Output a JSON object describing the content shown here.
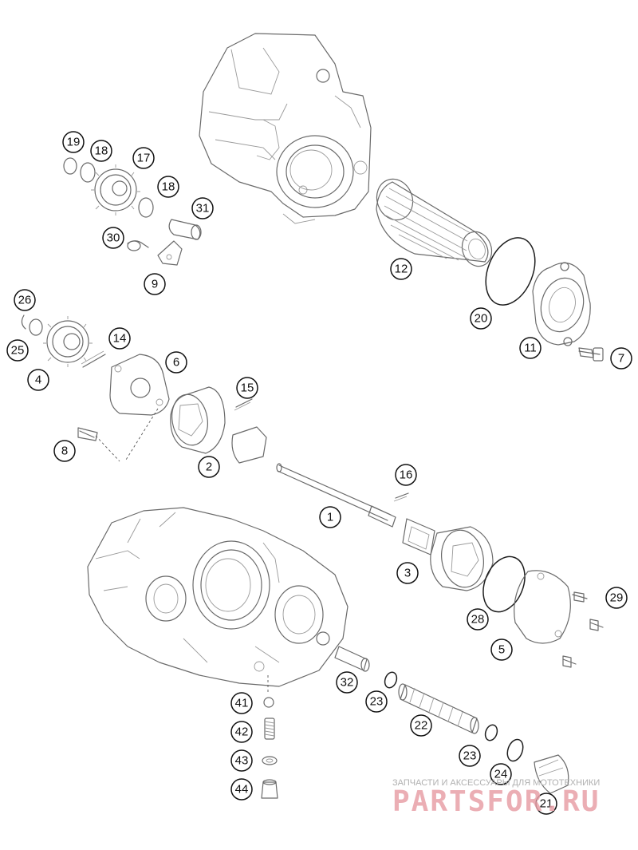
{
  "callouts": [
    {
      "id": "1",
      "label": "1"
    },
    {
      "id": "2",
      "label": "2"
    },
    {
      "id": "3",
      "label": "3"
    },
    {
      "id": "4",
      "label": "4"
    },
    {
      "id": "5",
      "label": "5"
    },
    {
      "id": "6",
      "label": "6"
    },
    {
      "id": "7",
      "label": "7"
    },
    {
      "id": "8",
      "label": "8"
    },
    {
      "id": "9",
      "label": "9"
    },
    {
      "id": "11",
      "label": "11"
    },
    {
      "id": "12",
      "label": "12"
    },
    {
      "id": "14",
      "label": "14"
    },
    {
      "id": "15",
      "label": "15"
    },
    {
      "id": "16",
      "label": "16"
    },
    {
      "id": "17",
      "label": "17"
    },
    {
      "id": "18a",
      "label": "18"
    },
    {
      "id": "18b",
      "label": "18"
    },
    {
      "id": "19",
      "label": "19"
    },
    {
      "id": "20",
      "label": "20"
    },
    {
      "id": "21",
      "label": "21"
    },
    {
      "id": "22",
      "label": "22"
    },
    {
      "id": "23a",
      "label": "23"
    },
    {
      "id": "23b",
      "label": "23"
    },
    {
      "id": "24",
      "label": "24"
    },
    {
      "id": "25",
      "label": "25"
    },
    {
      "id": "26",
      "label": "26"
    },
    {
      "id": "28",
      "label": "28"
    },
    {
      "id": "29",
      "label": "29"
    },
    {
      "id": "30",
      "label": "30"
    },
    {
      "id": "31",
      "label": "31"
    },
    {
      "id": "32",
      "label": "32"
    },
    {
      "id": "41",
      "label": "41"
    },
    {
      "id": "42",
      "label": "42"
    },
    {
      "id": "43",
      "label": "43"
    },
    {
      "id": "44",
      "label": "44"
    }
  ],
  "watermark": {
    "tagline": "ЗАПЧАСТИ И АКСЕССУАРЫ ДЛЯ МОТОТЕХНИКИ",
    "brand": "PARTSFOR.RU"
  }
}
